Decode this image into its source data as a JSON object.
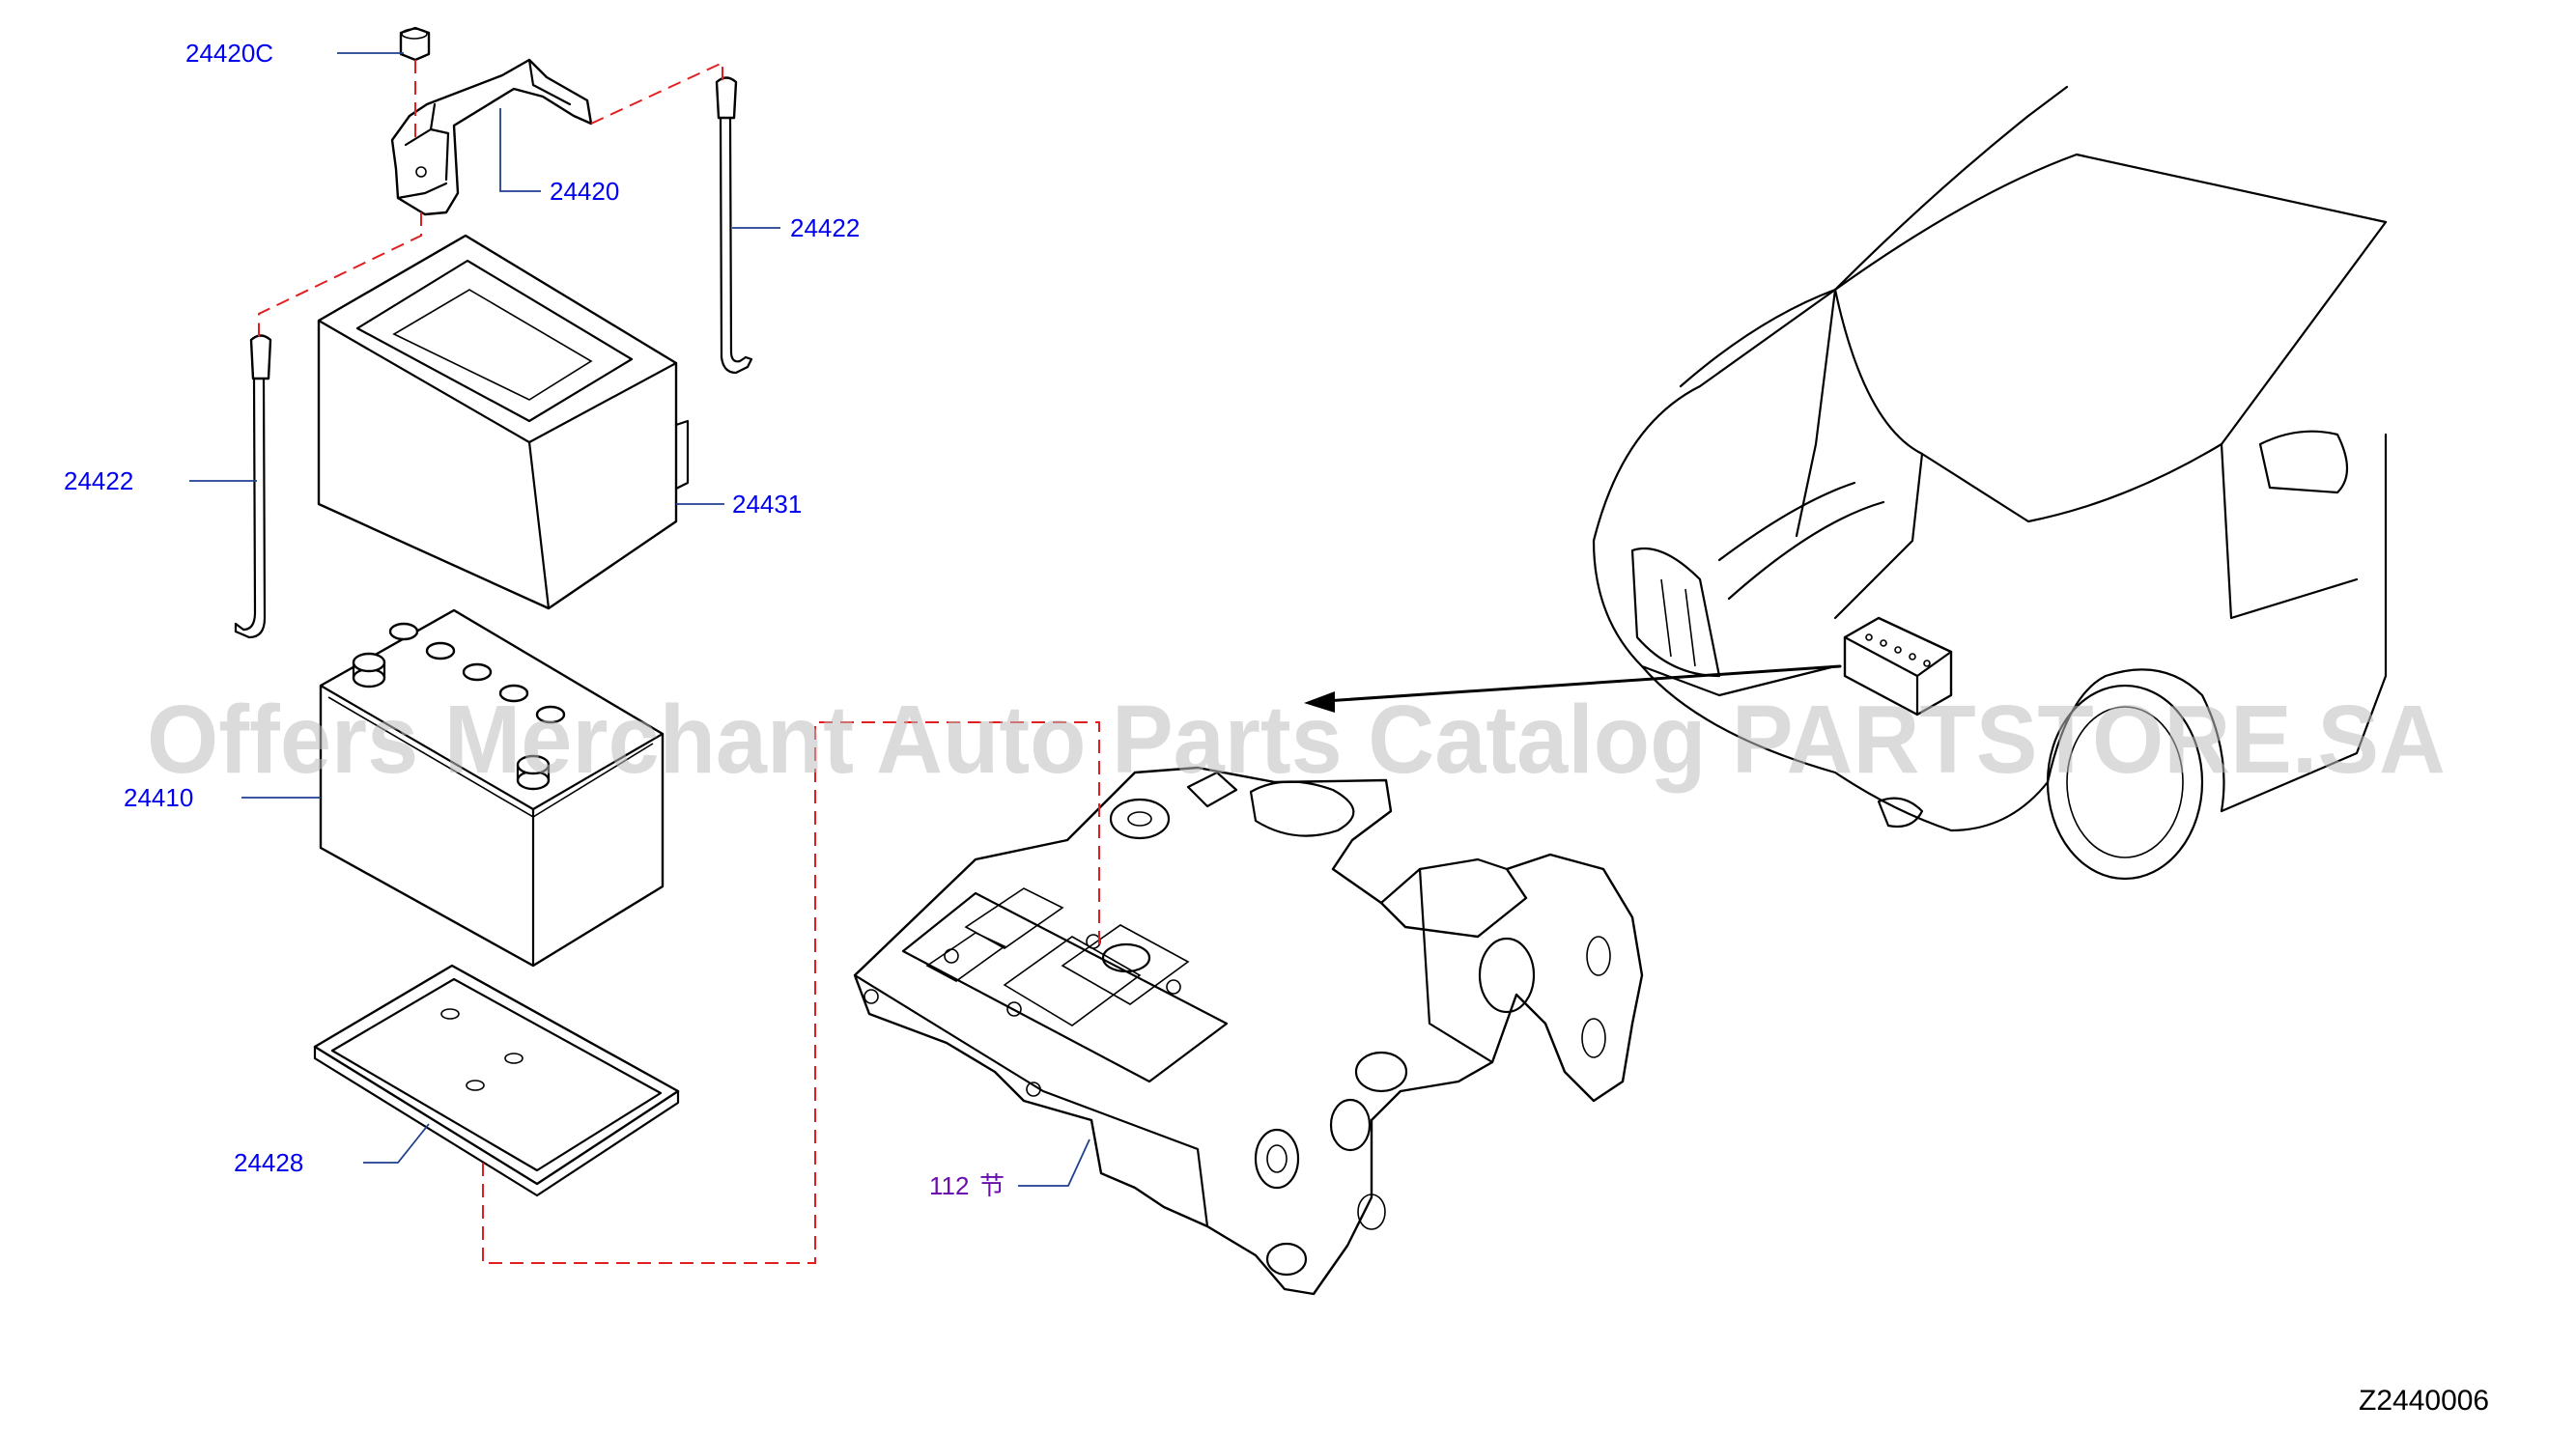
{
  "callouts": {
    "nut_24420C": "24420C",
    "bracket_24420": "24420",
    "rod_right_24422": "24422",
    "rod_left_24422": "24422",
    "cover_24431": "24431",
    "battery_24410": "24410",
    "tray_24428": "24428",
    "ref_112_number": "112",
    "ref_112_glyph": "节"
  },
  "drawing_id": "Z2440006",
  "watermark": "Offers Merchant Auto Parts Catalog PARTSTORE.SA",
  "colors": {
    "part_number": "#0000ee",
    "reference_label": "#6a0dad",
    "assembly_dashes": "#e02020",
    "leader_lines": "#1f3f8f",
    "watermark": "#bdbdbd"
  }
}
